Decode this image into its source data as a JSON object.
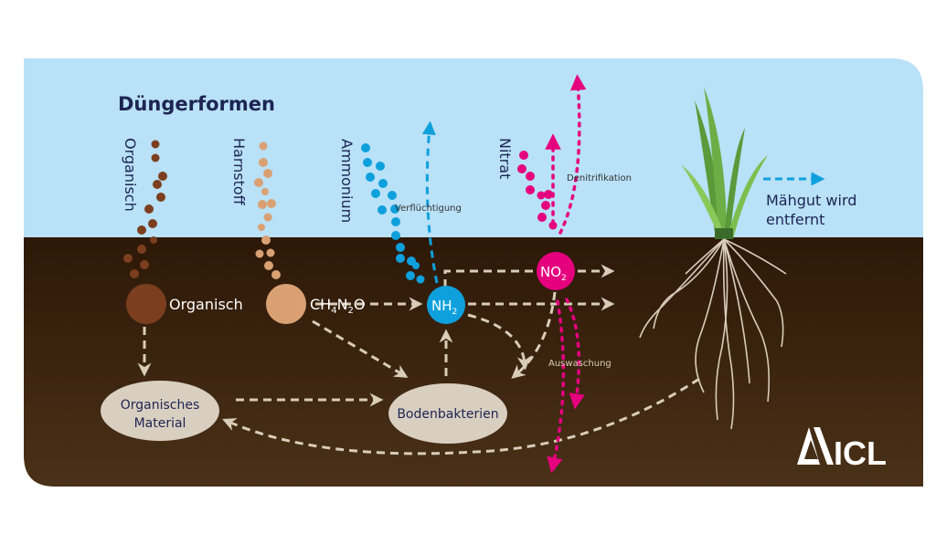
{
  "title": "Düngerformen",
  "fertilizer_forms": {
    "organic": "Organisch",
    "urea": "Harnstoff",
    "ammonium": "Ammonium",
    "nitrate": "Nitrat"
  },
  "nodes": {
    "organic": "Organisch",
    "urea_formula": {
      "a": "CH",
      "b": "4",
      "c": "N",
      "d": "2",
      "e": "O"
    },
    "nh2": {
      "a": "NH",
      "b": "2"
    },
    "no2": {
      "a": "NO",
      "b": "2"
    },
    "organic_material_1": "Organisches",
    "organic_material_2": "Material",
    "soil_bacteria": "Bodenbakterien"
  },
  "processes": {
    "volatilization": "Verflüchtigung",
    "denitrification": "Denitrifikation",
    "leaching": "Auswaschung"
  },
  "legend": {
    "line1": "Mähgut wird",
    "line2": "entfernt"
  },
  "logo": "ICL",
  "colors": {
    "sky": "#b9e1f7",
    "soil_top": "#2d1807",
    "soil_bottom": "#4a3118",
    "organic": "#7b3f1f",
    "urea": "#d9a173",
    "ammonium": "#0ea0dc",
    "nitrate": "#e5007e",
    "flow": "#d8cdb9",
    "text": "#1d2553"
  }
}
